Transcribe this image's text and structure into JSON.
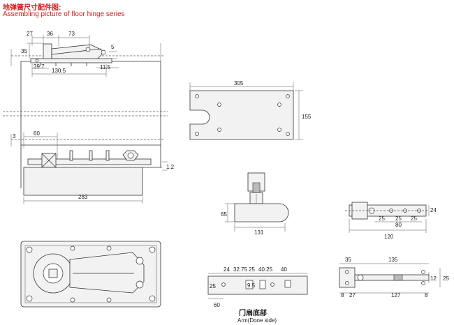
{
  "header": {
    "title_cn": "地弹簧尺寸配件图:",
    "title_en": "Assembling picture of floor hinge series"
  },
  "top_view": {
    "dims_top": [
      "27",
      "36",
      "73"
    ],
    "dim_left": "35",
    "dim_right": "5",
    "dims_bottom": [
      "39.7",
      "130.5",
      "11.5"
    ]
  },
  "side_view": {
    "dim_left": "3",
    "dim_60": "60",
    "dim_gap": "1.2",
    "dim_length": "283"
  },
  "cover_plate": {
    "dim_width": "305",
    "dim_height": "155"
  },
  "pivot_view": {
    "dim_height": "65",
    "dim_width": "131"
  },
  "arm_bar": {
    "dim_height": "24",
    "dims_spacing": [
      "25",
      "25",
      "25"
    ],
    "dim_80": "80",
    "dim_total": "120"
  },
  "door_arm": {
    "dims_top": [
      "24",
      "32.75",
      "25",
      "40.25",
      "40"
    ],
    "dim_left": "25",
    "dim_mid": "9.5",
    "dim_bottom": "60",
    "caption_cn": "门扇底部",
    "caption_en": "Arm(Dooe side)"
  },
  "bottom_arm": {
    "dim_35": "35",
    "dim_135": "135",
    "dim_12": "12",
    "dim_25": "25",
    "dims_bottom": [
      "8",
      "27",
      "127",
      "8"
    ]
  }
}
